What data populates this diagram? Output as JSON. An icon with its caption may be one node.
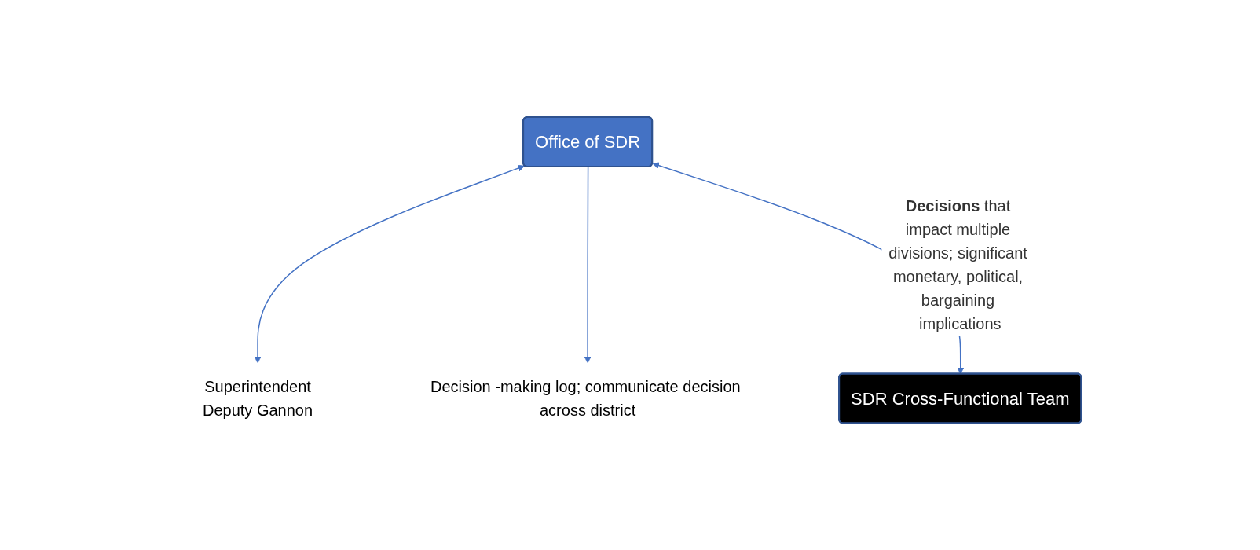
{
  "diagram": {
    "nodes": [
      {
        "text": [
          "Office of SDR"
        ]
      },
      {
        "text": [
          "Superintendent",
          "Deputy Gannon"
        ]
      },
      {
        "text": [
          "Decision -making log; communicate decision across district"
        ]
      },
      {
        "text": [
          "SDR Cross-Functional Team"
        ]
      }
    ],
    "edges": [
      {
        "from": 0,
        "to": 1,
        "arrow": "both"
      },
      {
        "from": 0,
        "to": 2,
        "arrow": "to"
      },
      {
        "from": 0,
        "to": 3,
        "arrow": "both",
        "label": "**Decisions** that impact multiple divisions; significant monetary, political, bargaining implications"
      }
    ]
  }
}
